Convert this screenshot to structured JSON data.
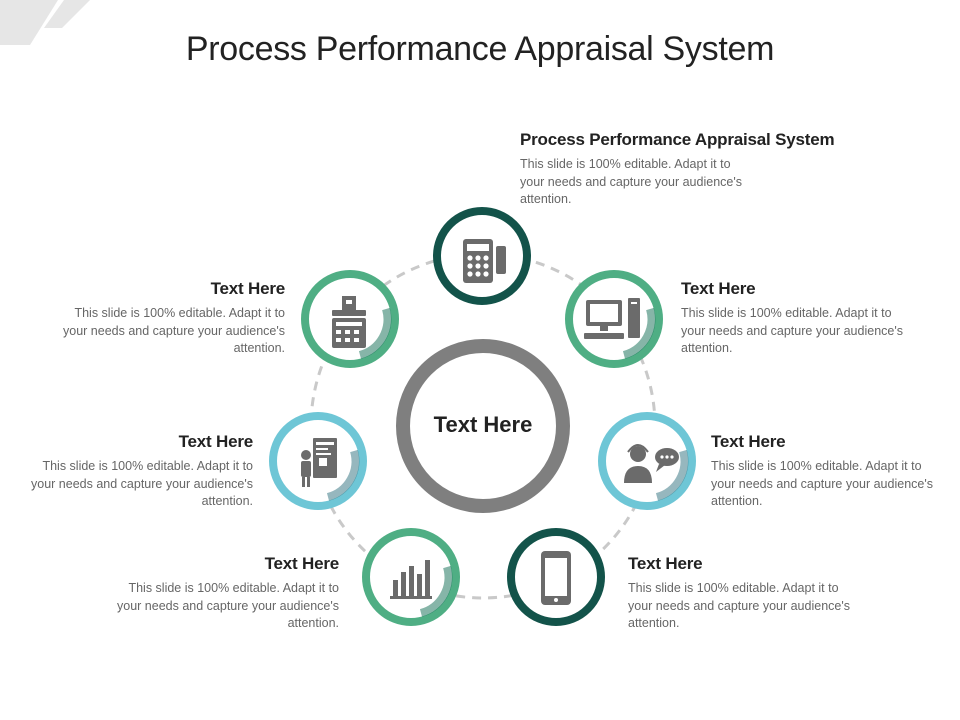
{
  "title": "Process Performance Appraisal System",
  "center": {
    "label": "Text Here"
  },
  "items": [
    {
      "heading": "Process Performance Appraisal System",
      "body": "This slide is 100% editable. Adapt it to your needs and capture your audience's attention.",
      "icon": "calculator-icon"
    },
    {
      "heading": "Text Here",
      "body": "This slide is 100% editable. Adapt it to your needs and capture your audience's attention.",
      "icon": "desktop-computer-icon"
    },
    {
      "heading": "Text Here",
      "body": "This slide is 100% editable. Adapt it to your needs and capture your audience's attention.",
      "icon": "customer-support-icon"
    },
    {
      "heading": "Text Here",
      "body": "This slide is 100% editable. Adapt it to your needs and capture your audience's attention.",
      "icon": "smartphone-icon"
    },
    {
      "heading": "Text Here",
      "body": "This slide is 100% editable. Adapt it to your needs and capture your audience's attention.",
      "icon": "bar-chart-icon"
    },
    {
      "heading": "Text Here",
      "body": "This slide is 100% editable. Adapt it to your needs and capture your audience's attention.",
      "icon": "presentation-board-icon"
    },
    {
      "heading": "Text Here",
      "body": "This slide is 100% editable. Adapt it to your needs and capture your audience's attention.",
      "icon": "cash-register-icon"
    }
  ],
  "colors": {
    "dark_teal": "#13534a",
    "green": "#4fae84",
    "light_blue": "#6ec6d6",
    "gray_ring": "#7f7f7f",
    "icon_gray": "#6b6b6b",
    "dash": "#c9c9c9"
  }
}
